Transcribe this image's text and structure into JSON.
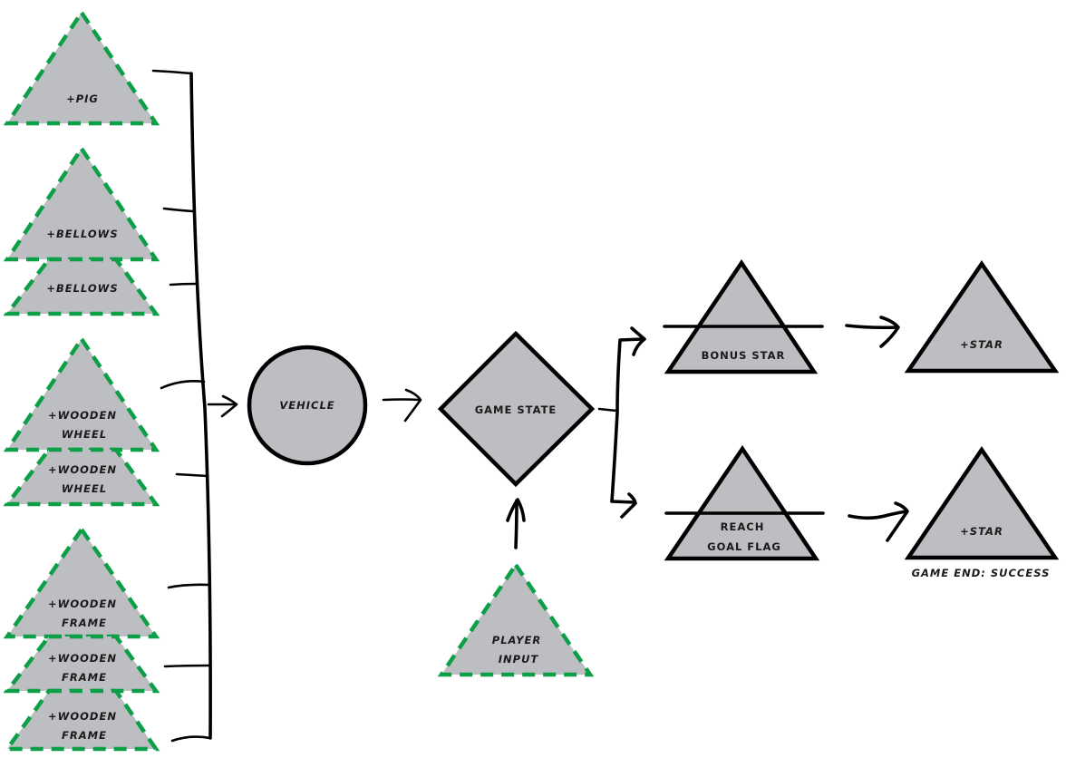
{
  "diagram": {
    "colors": {
      "node_fill": "#bdbec1",
      "dashed_outline": "#0c9f47",
      "solid_outline": "#000000",
      "background": "#ffffff"
    },
    "inputs": [
      {
        "id": "pig",
        "lines": [
          "+PIG"
        ],
        "style": "dashed-triangle"
      },
      {
        "id": "bellows-1",
        "lines": [
          "+BELLOWS"
        ],
        "style": "dashed-triangle"
      },
      {
        "id": "bellows-2",
        "lines": [
          "+BELLOWS"
        ],
        "style": "dashed-triangle"
      },
      {
        "id": "wooden-wheel-1",
        "lines": [
          "+WOODEN",
          "WHEEL"
        ],
        "style": "dashed-triangle"
      },
      {
        "id": "wooden-wheel-2",
        "lines": [
          "+WOODEN",
          "WHEEL"
        ],
        "style": "dashed-triangle"
      },
      {
        "id": "wooden-frame-1",
        "lines": [
          "+WOODEN",
          "FRAME"
        ],
        "style": "dashed-triangle"
      },
      {
        "id": "wooden-frame-2",
        "lines": [
          "+WOODEN",
          "FRAME"
        ],
        "style": "dashed-triangle"
      },
      {
        "id": "wooden-frame-3",
        "lines": [
          "+WOODEN",
          "FRAME"
        ],
        "style": "dashed-triangle"
      }
    ],
    "vehicle": {
      "label": "VEHICLE",
      "shape": "circle"
    },
    "game_state": {
      "label": "GAME STATE",
      "shape": "diamond"
    },
    "player_input": {
      "lines": [
        "PLAYER",
        "INPUT"
      ],
      "shape": "dashed-triangle"
    },
    "branches": [
      {
        "id": "bonus-star",
        "gate_lines": [
          "BONUS STAR"
        ],
        "result": "+STAR",
        "caption": ""
      },
      {
        "id": "reach-goal-flag",
        "gate_lines": [
          "REACH",
          "GOAL FLAG"
        ],
        "result": "+STAR",
        "caption": "GAME END: SUCCESS"
      }
    ],
    "edges": [
      {
        "from": "inputs",
        "to": "vehicle"
      },
      {
        "from": "vehicle",
        "to": "game_state"
      },
      {
        "from": "player_input",
        "to": "game_state"
      },
      {
        "from": "game_state",
        "to": "bonus-star"
      },
      {
        "from": "game_state",
        "to": "reach-goal-flag"
      },
      {
        "from": "bonus-star",
        "to": "bonus-star-result"
      },
      {
        "from": "reach-goal-flag",
        "to": "reach-goal-flag-result"
      }
    ]
  }
}
